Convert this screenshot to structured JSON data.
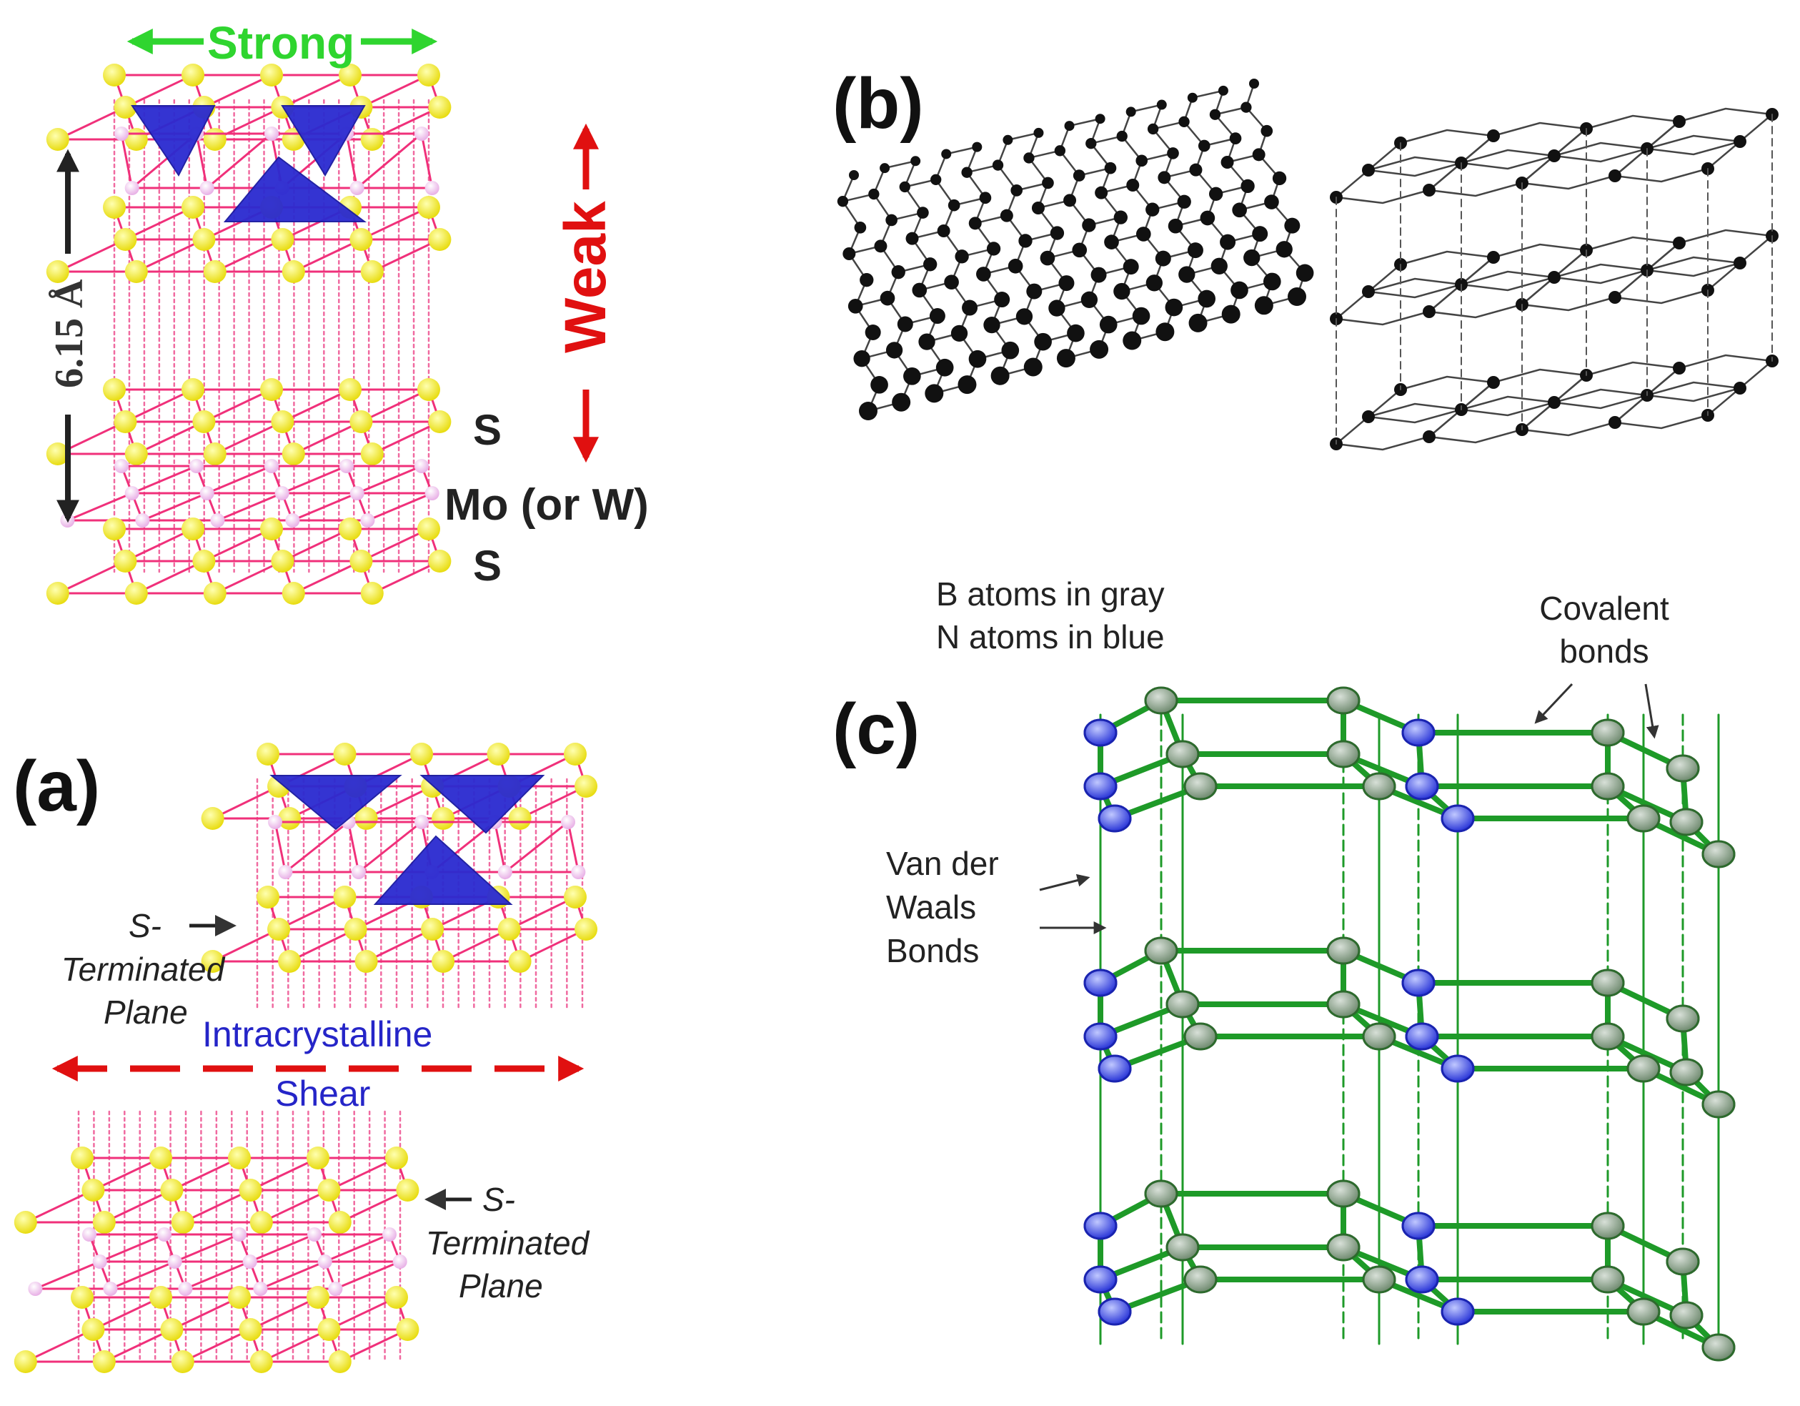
{
  "panels": {
    "a": {
      "label": "(a)",
      "strong": "Strong",
      "weak": "Weak",
      "distance": "6.15 Å",
      "atom_top": "S",
      "atom_mid": "Mo (or W)",
      "atom_bottom": "S",
      "upper_plane_line1": "S-",
      "upper_plane_line2": "Terminated",
      "upper_plane_line3": "Plane",
      "shear_line1": "Intracrystalline",
      "shear_line2": "Shear",
      "lower_plane_line1": "S-",
      "lower_plane_line2": "Terminated",
      "lower_plane_line3": "Plane"
    },
    "b": {
      "label": "(b)"
    },
    "c": {
      "label": "(c)",
      "legend_line1": "B atoms in gray",
      "legend_line2": "N atoms in blue",
      "covalent_line1": "Covalent",
      "covalent_line2": "bonds",
      "vdw_line1": "Van der",
      "vdw_line2": "Waals",
      "vdw_line3": "Bonds"
    }
  },
  "colors": {
    "strong_arrow": "#2fd52f",
    "weak_arrow": "#e01010",
    "shear_arrow": "#e01010",
    "sulfur": "#f2e82a",
    "molybdenum": "#f2c8f0",
    "bonds_mos2": "#f0307a",
    "prism": "#2a2ad0",
    "hbn_bond": "#1e9a28",
    "boron": "#8a9a8a",
    "nitrogen": "#3040e0",
    "graphite_atom": "#111111"
  }
}
